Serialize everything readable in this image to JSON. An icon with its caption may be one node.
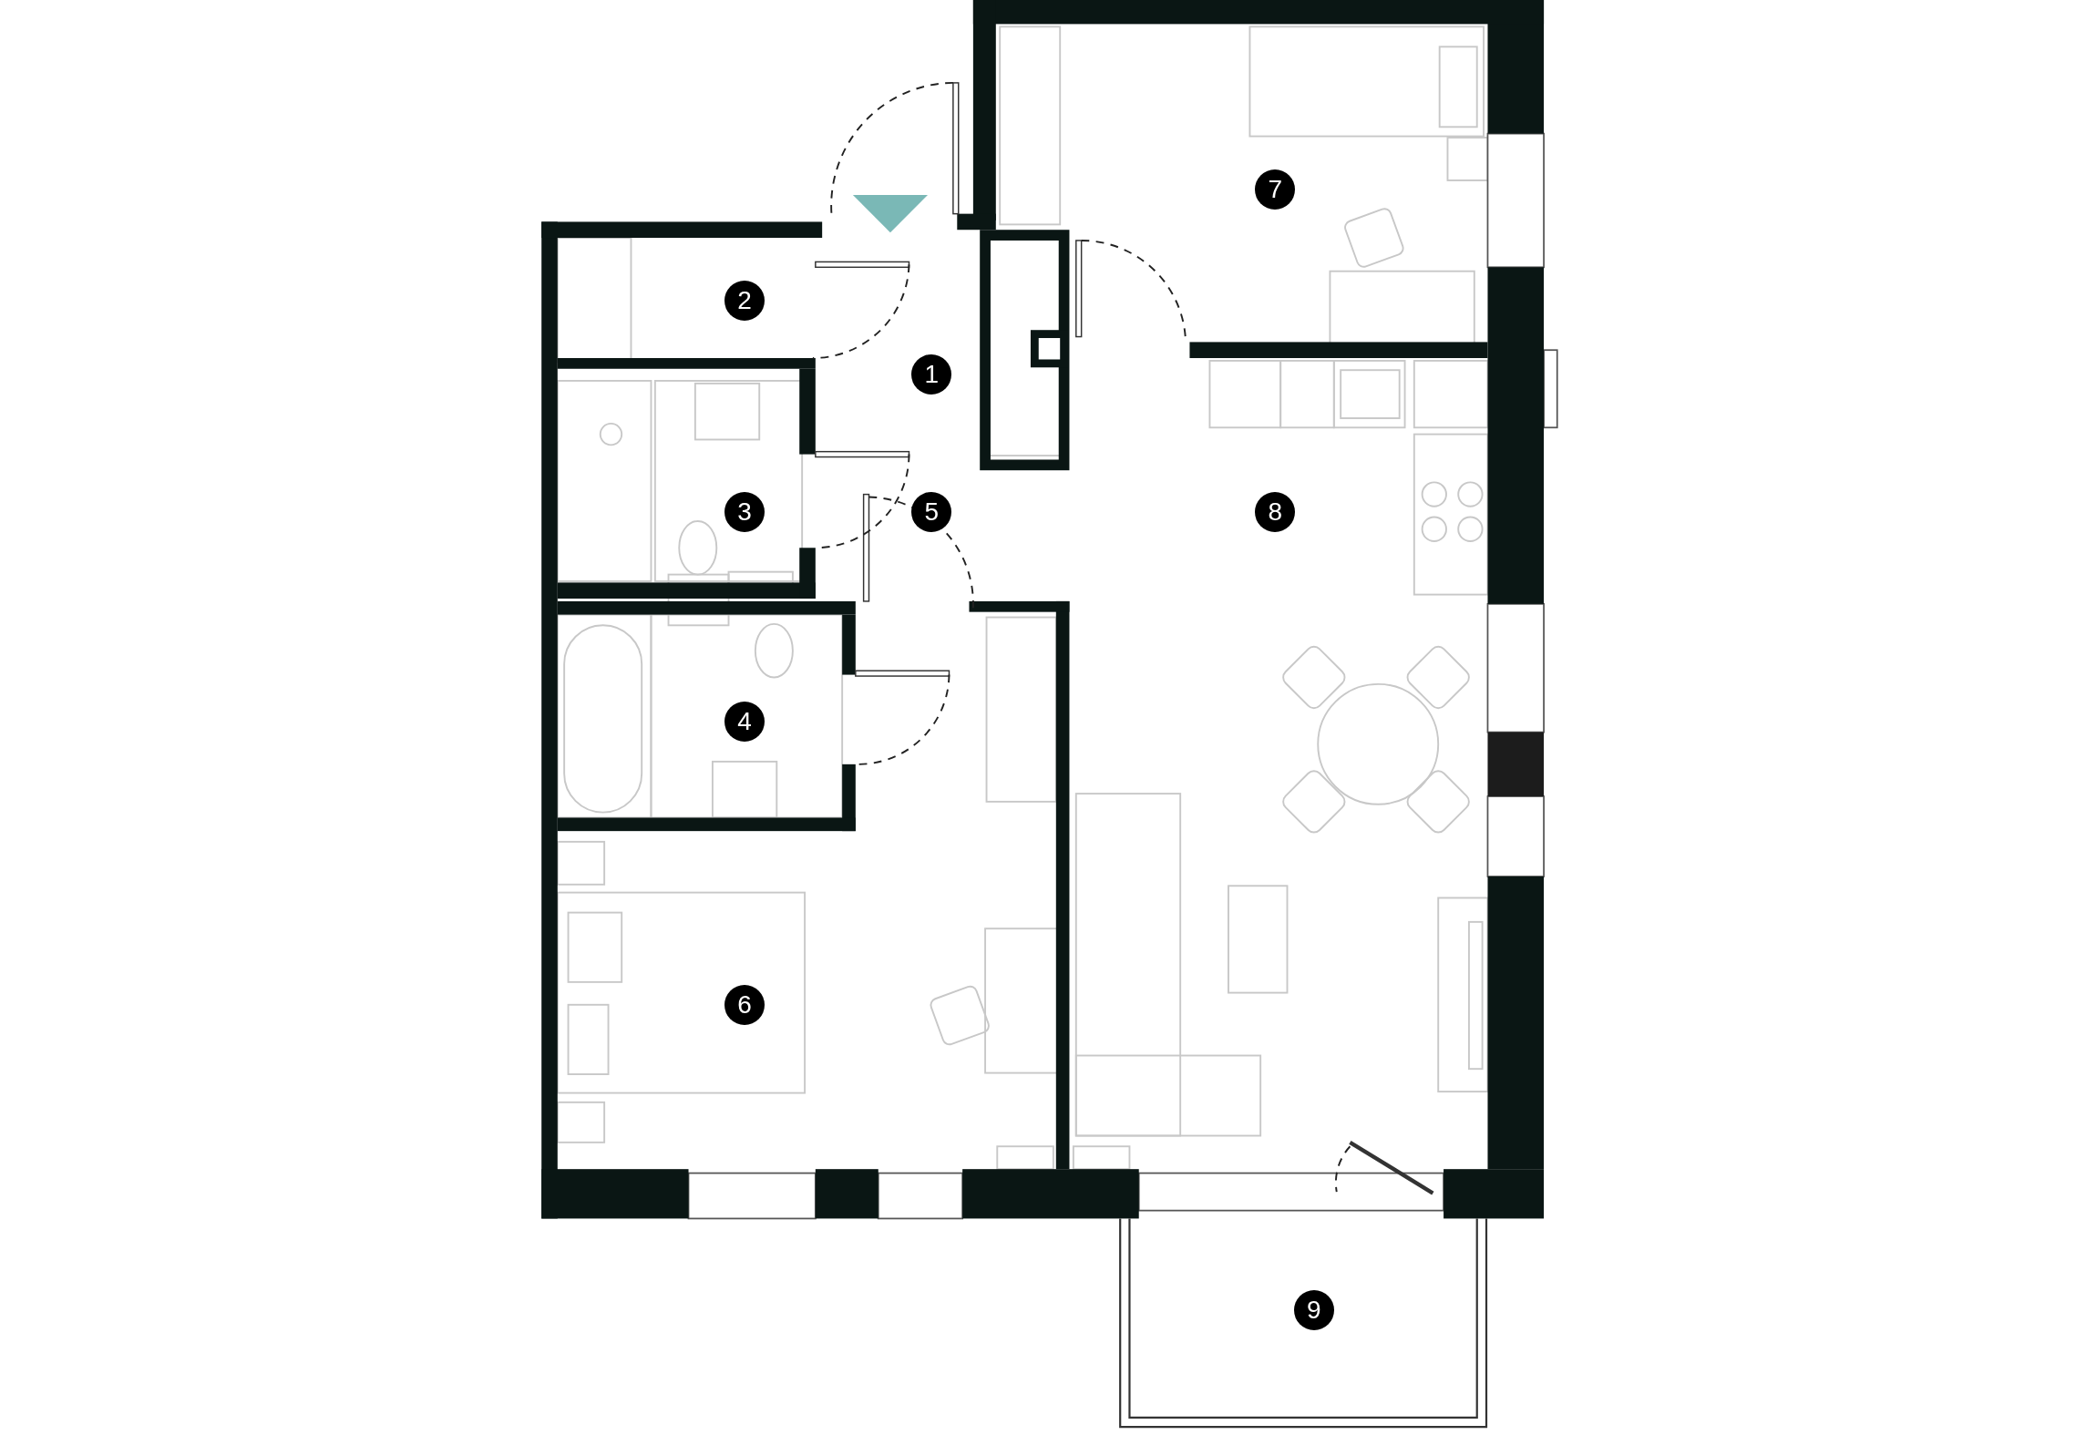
{
  "diagram": {
    "labels": [
      "7",
      "2",
      "1",
      "3",
      "5",
      "8",
      "4",
      "6",
      "9"
    ]
  }
}
